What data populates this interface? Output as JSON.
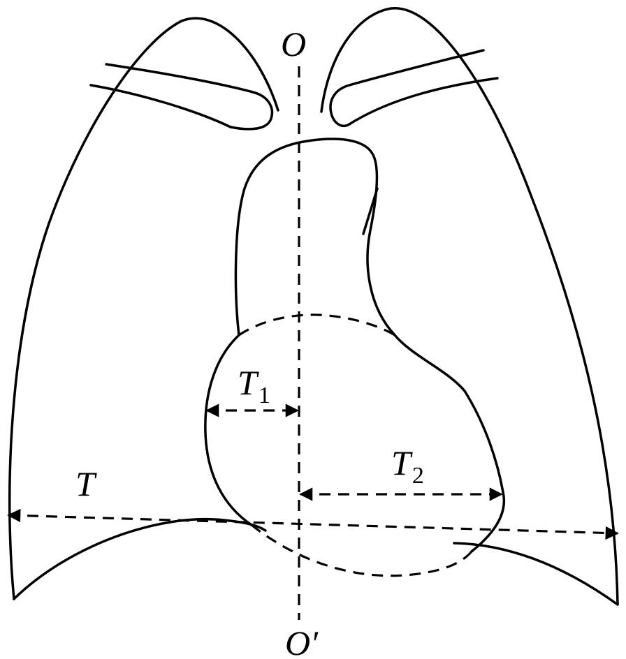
{
  "diagram": {
    "labels": {
      "top_axis": "O",
      "bottom_axis": "O′",
      "thoracic_width": "T",
      "t1_main": "T",
      "t1_sub": "1",
      "t2_main": "T",
      "t2_sub": "2"
    },
    "stroke_color": "#000000",
    "background_color": "#ffffff"
  }
}
